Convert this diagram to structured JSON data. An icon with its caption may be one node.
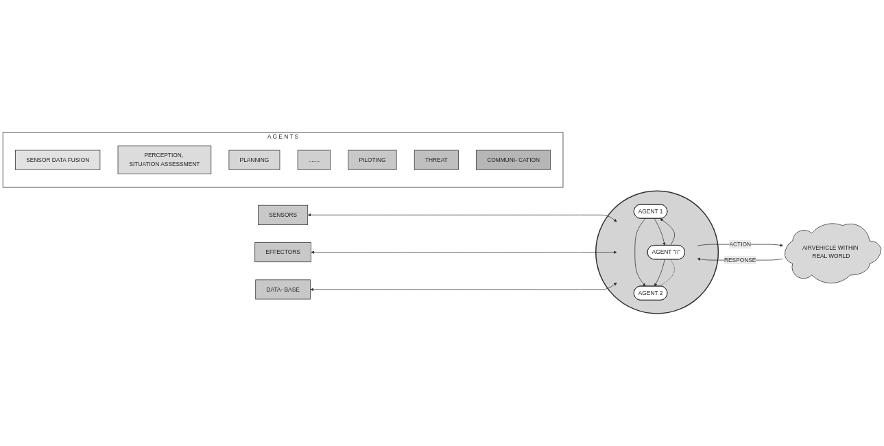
{
  "diagram": {
    "nodes": [
      {
        "text": [
          "SENSORS"
        ]
      },
      {
        "text": [
          "EFFECTORS"
        ]
      },
      {
        "text": [
          "DATA- BASE"
        ]
      },
      {
        "text": [],
        "shape": "circle"
      },
      {
        "text": [
          "AGENT 1"
        ],
        "in": 3
      },
      {
        "text": [
          "AGENT 2"
        ],
        "in": 3
      },
      {
        "text": [
          "AGENT \"n\""
        ],
        "in": 3
      },
      {
        "text": [
          "AIRVEHICLE WITHIN REAL WORLD"
        ]
      },
      {
        "text": [
          "A G E N T S"
        ]
      },
      {
        "text": [
          "SENSOR DATA FUSION"
        ],
        "in": 8
      },
      {
        "text": [
          "PERCEPTION, SITUATION ASSESSMENT"
        ],
        "in": 8
      },
      {
        "text": [
          "PLANNING"
        ],
        "in": 8
      },
      {
        "text": [
          "......."
        ],
        "in": 8
      },
      {
        "text": [
          "PILOTING"
        ],
        "in": 8
      },
      {
        "text": [
          "THREAT"
        ],
        "in": 8
      },
      {
        "text": [
          "COMMUNI- CATION"
        ],
        "in": 8
      }
    ],
    "edges": [
      {
        "from": 0,
        "to": 3,
        "arrow": "both"
      },
      {
        "from": 1,
        "to": 3,
        "arrow": "both"
      },
      {
        "from": 2,
        "to": 3,
        "arrow": "both"
      },
      {
        "from": 4,
        "to": 6,
        "arrow": "to"
      },
      {
        "from": 6,
        "to": 4,
        "arrow": "to"
      },
      {
        "from": 4,
        "to": 5,
        "arrow": "to"
      },
      {
        "from": 6,
        "to": 5,
        "arrow": "to"
      },
      {
        "from": 6,
        "to": 5,
        "arrow": "none",
        "style": "dashed"
      },
      {
        "from": 3,
        "to": 7,
        "arrow": "to",
        "label": "ACTION"
      },
      {
        "from": 7,
        "to": 3,
        "arrow": "to",
        "label": "RESPONSE"
      }
    ]
  }
}
